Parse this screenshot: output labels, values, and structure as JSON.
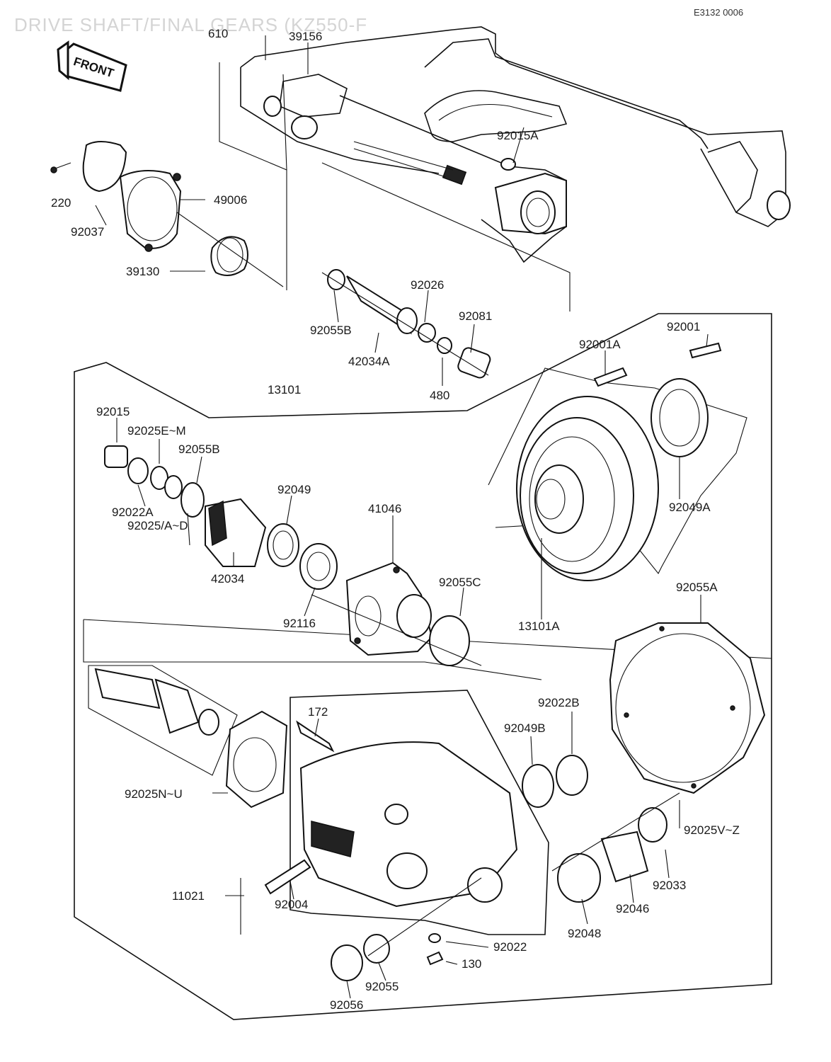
{
  "header": {
    "title": "DRIVE SHAFT/FINAL GEARS (KZ550-F",
    "ref_code": "E3132 0006",
    "front_label": "FRONT"
  },
  "part_numbers": {
    "p610": "610",
    "p39156": "39156",
    "p92015A": "92015A",
    "p220": "220",
    "p49006": "49006",
    "p92037": "92037",
    "p39130": "39130",
    "p92026": "92026",
    "p92081": "92081",
    "p92055B_top": "92055B",
    "p42034A": "42034A",
    "p480": "480",
    "p92001": "92001",
    "p92001A": "92001A",
    "p13101": "13101",
    "p92015": "92015",
    "p92025E_M": "92025E~M",
    "p92055B": "92055B",
    "p92022A": "92022A",
    "p92025A_D": "92025/A~D",
    "p42034": "42034",
    "p92049": "92049",
    "p41046": "41046",
    "p92049A": "92049A",
    "p92116": "92116",
    "p92055C": "92055C",
    "p13101A": "13101A",
    "p92055A": "92055A",
    "p172": "172",
    "p92022B": "92022B",
    "p92049B": "92049B",
    "p92025N_U": "92025N~U",
    "p92025V_Z": "92025V~Z",
    "p11021": "11021",
    "p92004": "92004",
    "p92033": "92033",
    "p92046": "92046",
    "p92048": "92048",
    "p92022": "92022",
    "p130": "130",
    "p92055": "92055",
    "p92056": "92056"
  }
}
